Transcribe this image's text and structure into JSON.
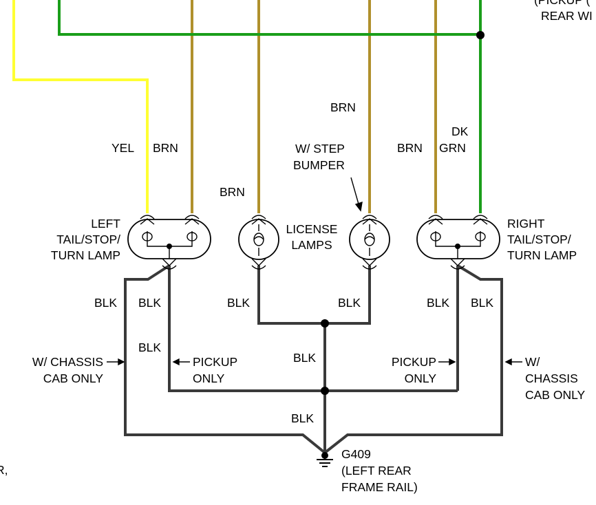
{
  "colors": {
    "yellow": "#ffff33",
    "brown": "#b0902c",
    "green": "#1a9e1a",
    "black": "#3a3a3a",
    "ink": "#000000"
  },
  "top_labels": {
    "pickup_fragment": "(PICKUP (",
    "rear_fragment": "REAR WI",
    "left_fragment": "R,"
  },
  "wire_labels": {
    "yel": "YEL",
    "brn_left": "BRN",
    "brn_license_left": "BRN",
    "brn_license_right": "BRN",
    "brn_right": "BRN",
    "dk": "DK",
    "grn": "GRN"
  },
  "step_bumper": {
    "line1": "W/ STEP",
    "line2": "BUMPER"
  },
  "lamps": {
    "left": {
      "line1": "LEFT",
      "line2": "TAIL/STOP/",
      "line3": "TURN LAMP"
    },
    "license": {
      "line1": "LICENSE",
      "line2": "LAMPS"
    },
    "right": {
      "line1": "RIGHT",
      "line2": "TAIL/STOP/",
      "line3": "TURN LAMP"
    }
  },
  "ground_wire_labels": {
    "blk_1": "BLK",
    "blk_2": "BLK",
    "blk_3": "BLK",
    "blk_4": "BLK",
    "blk_5": "BLK",
    "blk_6": "BLK",
    "blk_7": "BLK",
    "blk_8": "BLK",
    "blk_9": "BLK"
  },
  "notes": {
    "chassis_left_line1": "W/ CHASSIS",
    "chassis_left_line2": "CAB ONLY",
    "pickup_left_line1": "PICKUP",
    "pickup_left_line2": "ONLY",
    "pickup_right_line1": "PICKUP",
    "pickup_right_line2": "ONLY",
    "chassis_right_line1": "W/",
    "chassis_right_line2": "CHASSIS",
    "chassis_right_line3": "CAB ONLY"
  },
  "ground": {
    "id": "G409",
    "line2": "(LEFT REAR",
    "line3": "FRAME RAIL)"
  }
}
